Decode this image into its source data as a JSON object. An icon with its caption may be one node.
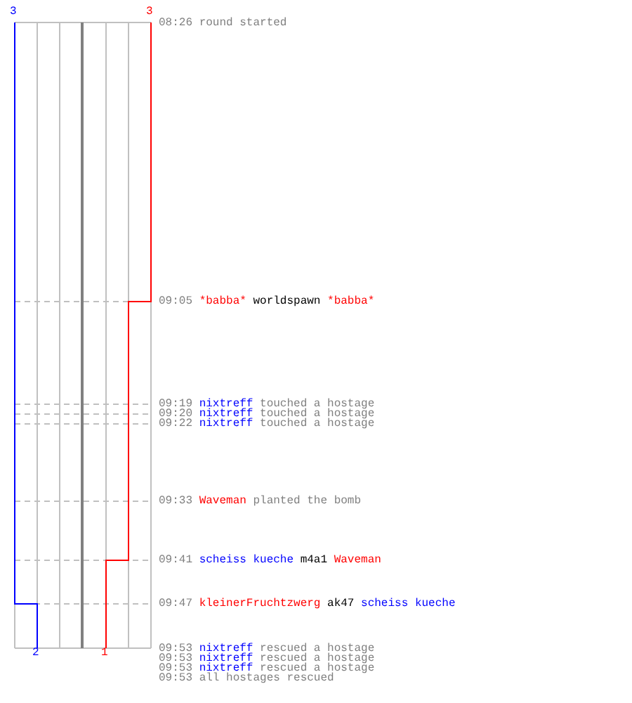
{
  "diagram": {
    "labels": [
      "3",
      "3",
      "08:26",
      "round started",
      "09:05",
      "*babba*",
      "worldspawn",
      "*babba*",
      "09:19",
      "nixtreff",
      "touched a hostage",
      "09:20",
      "nixtreff",
      "touched a hostage",
      "09:22",
      "nixtreff",
      "touched a hostage",
      "09:33",
      "Waveman",
      "planted the bomb",
      "09:41",
      "scheiss kueche",
      "m4a1",
      "Waveman",
      "09:47",
      "kleinerFruchtzwerg",
      "ak47",
      "scheiss kueche",
      "2",
      "1",
      "09:53",
      "nixtreff",
      "rescued a hostage",
      "09:53",
      "nixtreff",
      "rescued a hostage",
      "09:53",
      "nixtreff",
      "rescued a hostage",
      "09:53",
      "all hostages rescued"
    ]
  }
}
